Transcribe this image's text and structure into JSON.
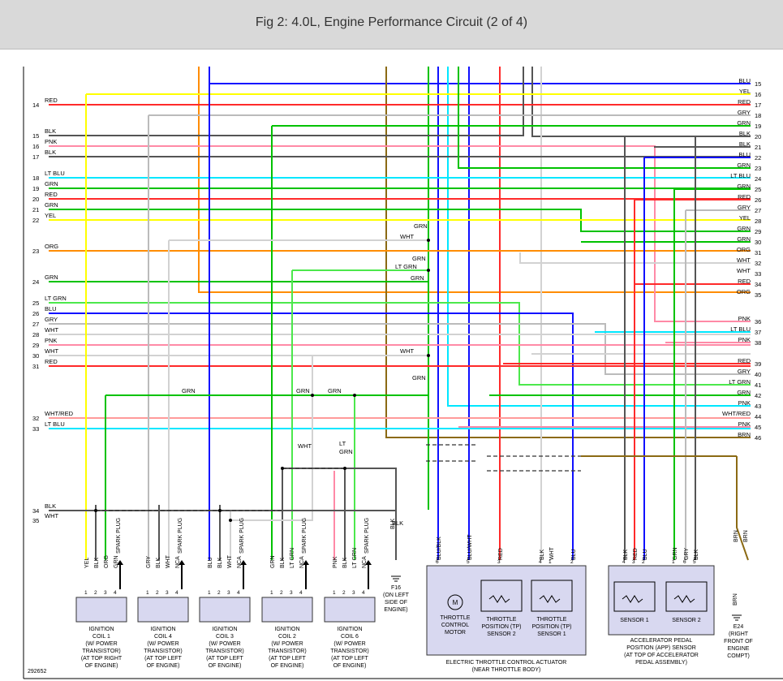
{
  "header": {
    "title": "Fig 2: 4.0L, Engine Performance Circuit (2 of 4)"
  },
  "figure_id": "292652",
  "colors": {
    "RED": "#ff2a2a",
    "YEL": "#ffff00",
    "BLK": "#555555",
    "PNK": "#ff8aa6",
    "LT BLU": "#00e7ff",
    "GRN": "#00c200",
    "ORG": "#ff8c00",
    "BLU": "#1010ff",
    "GRY": "#bbbbbb",
    "WHT": "#d2d2d2",
    "LT GRN": "#4ce84c",
    "BRN": "#8b6a14",
    "WHT/RED": "#ff9a9a"
  },
  "left_wires": [
    {
      "pin": "14",
      "color": "RED"
    },
    {
      "pin": "15",
      "color": "BLK"
    },
    {
      "pin": "16",
      "color": "PNK"
    },
    {
      "pin": "17",
      "color": "BLK"
    },
    {
      "pin": "18",
      "color": "LT BLU"
    },
    {
      "pin": "19",
      "color": "GRN"
    },
    {
      "pin": "20",
      "color": "RED"
    },
    {
      "pin": "21",
      "color": "GRN"
    },
    {
      "pin": "22",
      "color": "YEL"
    },
    {
      "pin": "23",
      "color": "ORG"
    },
    {
      "pin": "24",
      "color": "GRN"
    },
    {
      "pin": "25",
      "color": "LT GRN"
    },
    {
      "pin": "26",
      "color": "BLU"
    },
    {
      "pin": "27",
      "color": "GRY"
    },
    {
      "pin": "28",
      "color": "WHT"
    },
    {
      "pin": "29",
      "color": "PNK"
    },
    {
      "pin": "30",
      "color": "WHT"
    },
    {
      "pin": "31",
      "color": "RED"
    },
    {
      "pin": "32",
      "color": "WHT/RED"
    },
    {
      "pin": "33",
      "color": "LT BLU"
    },
    {
      "pin": "34",
      "color": "BLK"
    },
    {
      "pin": "35",
      "color": "WHT"
    }
  ],
  "right_wires": [
    {
      "pin": "15",
      "color": "BLU"
    },
    {
      "pin": "16",
      "color": "YEL"
    },
    {
      "pin": "17",
      "color": "RED"
    },
    {
      "pin": "18",
      "color": "GRY"
    },
    {
      "pin": "19",
      "color": "GRN"
    },
    {
      "pin": "20",
      "color": "BLK"
    },
    {
      "pin": "21",
      "color": "BLK"
    },
    {
      "pin": "22",
      "color": "BLU"
    },
    {
      "pin": "23",
      "color": "GRN"
    },
    {
      "pin": "24",
      "color": "LT BLU"
    },
    {
      "pin": "25",
      "color": "GRN"
    },
    {
      "pin": "26",
      "color": "RED"
    },
    {
      "pin": "27",
      "color": "GRY"
    },
    {
      "pin": "28",
      "color": "YEL"
    },
    {
      "pin": "29",
      "color": "GRN"
    },
    {
      "pin": "30",
      "color": "GRN"
    },
    {
      "pin": "31",
      "color": "ORG"
    },
    {
      "pin": "32",
      "color": "WHT"
    },
    {
      "pin": "33",
      "color": "WHT"
    },
    {
      "pin": "34",
      "color": "RED"
    },
    {
      "pin": "35",
      "color": "ORG"
    },
    {
      "pin": "36",
      "color": "PNK"
    },
    {
      "pin": "37",
      "color": "LT BLU"
    },
    {
      "pin": "38",
      "color": "PNK"
    },
    {
      "pin": "39",
      "color": "RED"
    },
    {
      "pin": "40",
      "color": "GRY"
    },
    {
      "pin": "41",
      "color": "LT GRN"
    },
    {
      "pin": "42",
      "color": "GRN"
    },
    {
      "pin": "43",
      "color": "PNK"
    },
    {
      "pin": "44",
      "color": "WHT/RED"
    },
    {
      "pin": "45",
      "color": "PNK"
    },
    {
      "pin": "46",
      "color": "BRN"
    }
  ],
  "mid_labels": [
    {
      "text": "GRN"
    },
    {
      "text": "WHT"
    },
    {
      "text": "GRN"
    },
    {
      "text": "LT GRN"
    },
    {
      "text": "GRN"
    },
    {
      "text": "WHT"
    },
    {
      "text": "GRN"
    },
    {
      "text": "GRN"
    },
    {
      "text": "GRN"
    },
    {
      "text": "GRN"
    },
    {
      "text": "WHT"
    },
    {
      "text": "LT"
    },
    {
      "text": "GRN"
    },
    {
      "text": "BLK"
    }
  ],
  "coils": [
    {
      "name": "coil-1",
      "pins": [
        "YEL",
        "BLK",
        "ORG",
        "GRN"
      ],
      "spark": "SPARK PLUG",
      "label": [
        "IGNITION",
        "COIL 1",
        "(W/ POWER",
        "TRANSISTOR)",
        "(AT TOP RIGHT",
        "OF ENGINE)"
      ]
    },
    {
      "name": "coil-4",
      "pins": [
        "GRY",
        "BLK",
        "WHT",
        "NCA"
      ],
      "spark": "SPARK PLUG",
      "label": [
        "IGNITION",
        "COIL 4",
        "(W/ POWER",
        "TRANSISTOR)",
        "(AT TOP LEFT",
        "OF ENGINE)"
      ]
    },
    {
      "name": "coil-3",
      "pins": [
        "BLU",
        "BLK",
        "WHT",
        "NCA"
      ],
      "spark": "SPARK PLUG",
      "label": [
        "IGNITION",
        "COIL 3",
        "(W/ POWER",
        "TRANSISTOR)",
        "(AT TOP LEFT",
        "OF ENGINE)"
      ]
    },
    {
      "name": "coil-2",
      "pins": [
        "GRN",
        "BLK",
        "LT GRN",
        "NCA"
      ],
      "spark": "SPARK PLUG",
      "label": [
        "IGNITION",
        "COIL 2",
        "(W/ POWER",
        "TRANSISTOR)",
        "(AT TOP LEFT",
        "OF ENGINE)"
      ]
    },
    {
      "name": "coil-6",
      "pins": [
        "PNK",
        "BLK",
        "LT GRN",
        "NCA"
      ],
      "spark": "SPARK PLUG",
      "label": [
        "IGNITION",
        "COIL 6",
        "(W/ POWER",
        "TRANSISTOR)",
        "(AT TOP LEFT",
        "OF ENGINE)"
      ]
    }
  ],
  "pin_numbers": [
    "1",
    "2",
    "3",
    "4"
  ],
  "ground_f16": {
    "wire": "BLK",
    "label": [
      "F16",
      "(ON LEFT",
      "SIDE OF",
      "ENGINE)"
    ]
  },
  "ground_e24": {
    "wire": "BRN",
    "label": [
      "E24",
      "(RIGHT",
      "FRONT OF",
      "ENGINE",
      "COMPT)"
    ]
  },
  "etc": {
    "title": [
      "ELECTRIC THROTTLE CONTROL ACTUATOR",
      "(NEAR THROTTLE BODY)"
    ],
    "motor_label": [
      "THROTTLE",
      "CONTROL",
      "MOTOR"
    ],
    "tp2_label": [
      "THROTTLE",
      "POSITION (TP)",
      "SENSOR 2"
    ],
    "tp1_label": [
      "THROTTLE",
      "POSITION (TP)",
      "SENSOR 1"
    ],
    "wires": [
      "BLU/BLK",
      "BLU/WHT",
      "RED",
      "BLK",
      "WHT",
      "BLU"
    ],
    "pins": [
      "6",
      "5",
      "3",
      "4",
      "1",
      "2"
    ],
    "motor_symbol": "M"
  },
  "app": {
    "title": [
      "ACCELERATOR PEDAL",
      "POSITION (APP) SENSOR",
      "(AT TOP OF ACCELERATOR",
      "PEDAL ASSEMBLY)"
    ],
    "sensor1": "SENSOR 1",
    "sensor2": "SENSOR 2",
    "wires": [
      "BLK",
      "RED",
      "BLU",
      "GRN",
      "GRY",
      "BLK"
    ],
    "pins": [
      "4",
      "3",
      "2",
      "1",
      "6",
      "5"
    ],
    "brn_labels": [
      "BRN",
      "BRN"
    ]
  }
}
